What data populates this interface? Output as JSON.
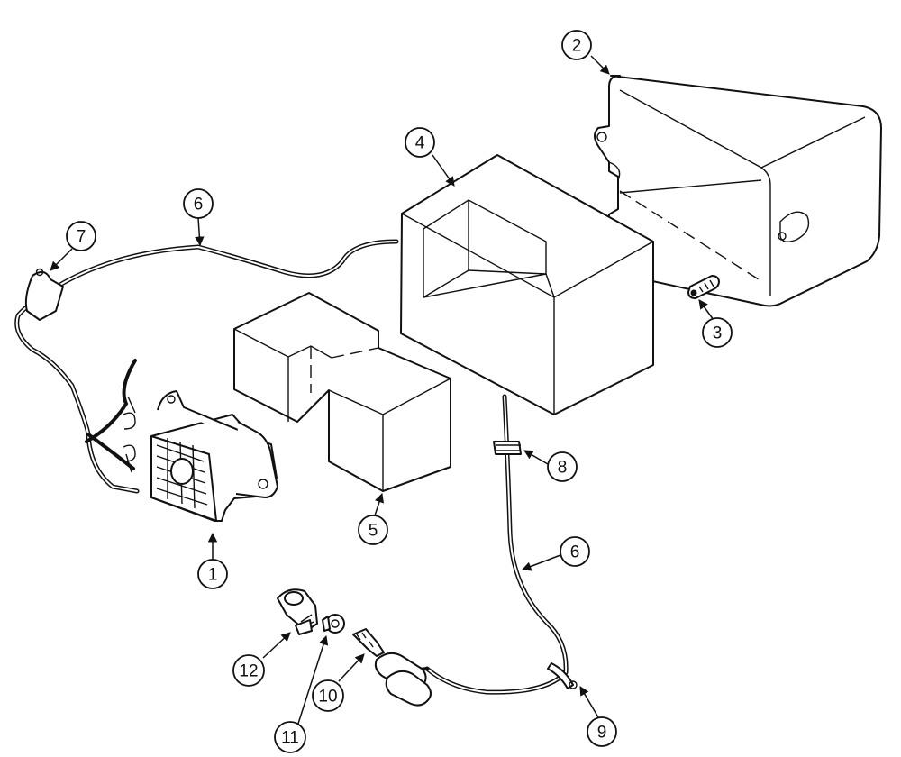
{
  "callouts": [
    {
      "id": "c1",
      "label": "1"
    },
    {
      "id": "c2",
      "label": "2"
    },
    {
      "id": "c3",
      "label": "3"
    },
    {
      "id": "c4",
      "label": "4"
    },
    {
      "id": "c5",
      "label": "5"
    },
    {
      "id": "c6a",
      "label": "6"
    },
    {
      "id": "c6b",
      "label": "6"
    },
    {
      "id": "c7",
      "label": "7"
    },
    {
      "id": "c8",
      "label": "8"
    },
    {
      "id": "c9",
      "label": "9"
    },
    {
      "id": "c10",
      "label": "10"
    },
    {
      "id": "c11",
      "label": "11"
    },
    {
      "id": "c12",
      "label": "12"
    }
  ],
  "colors": {
    "line": "#111111",
    "background": "#ffffff"
  }
}
